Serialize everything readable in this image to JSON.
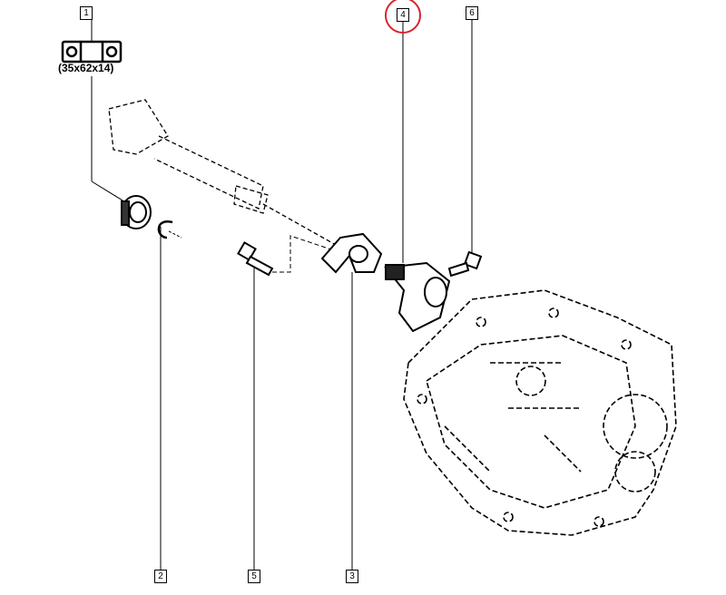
{
  "diagram": {
    "callouts": [
      {
        "id": "1",
        "part": "bearing"
      },
      {
        "id": "2",
        "part": "circlip"
      },
      {
        "id": "3",
        "part": "release-fork"
      },
      {
        "id": "4",
        "part": "guide-tube",
        "highlighted": true
      },
      {
        "id": "5",
        "part": "fork-bolt"
      },
      {
        "id": "6",
        "part": "guide-bolt"
      }
    ],
    "bearing_dimensions": "(35x62x14)",
    "highlight_color": "#d9232e"
  }
}
